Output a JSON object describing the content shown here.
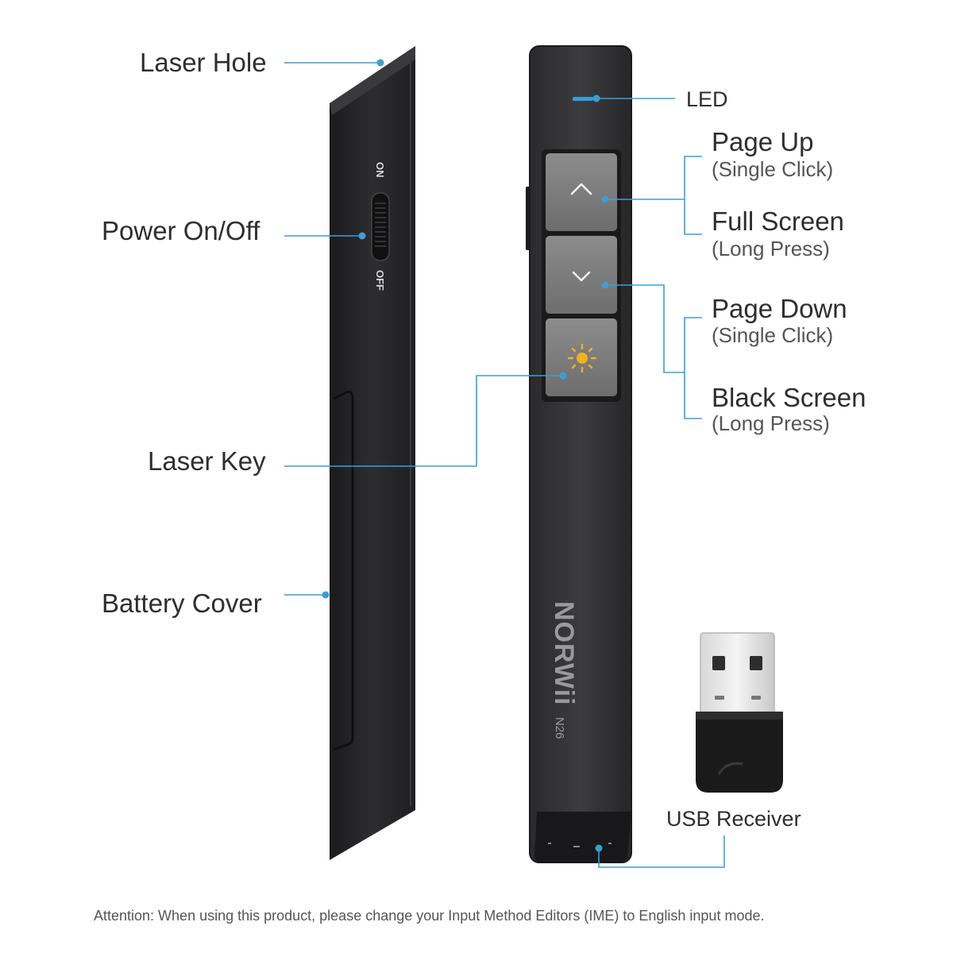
{
  "accent_color": "#3a9fd6",
  "labels": {
    "laser_hole": "Laser Hole",
    "power": "Power On/Off",
    "laser_key": "Laser Key",
    "battery_cover": "Battery Cover",
    "led": "LED",
    "page_up": "Page Up",
    "page_up_action": "(Single Click)",
    "full_screen": "Full Screen",
    "full_screen_action": "(Long Press)",
    "page_down": "Page Down",
    "page_down_action": "(Single Click)",
    "black_screen": "Black Screen",
    "black_screen_action": "(Long Press)",
    "usb_receiver": "USB Receiver"
  },
  "device": {
    "switch_on": "ON",
    "switch_off": "OFF",
    "brand": "NORWii",
    "model": "N26"
  },
  "icons": {
    "up": "chevron-up-icon",
    "down": "chevron-down-icon",
    "laser": "sun-icon"
  },
  "attention": "Attention: When using this product, please change your Input Method Editors (IME) to English input mode."
}
